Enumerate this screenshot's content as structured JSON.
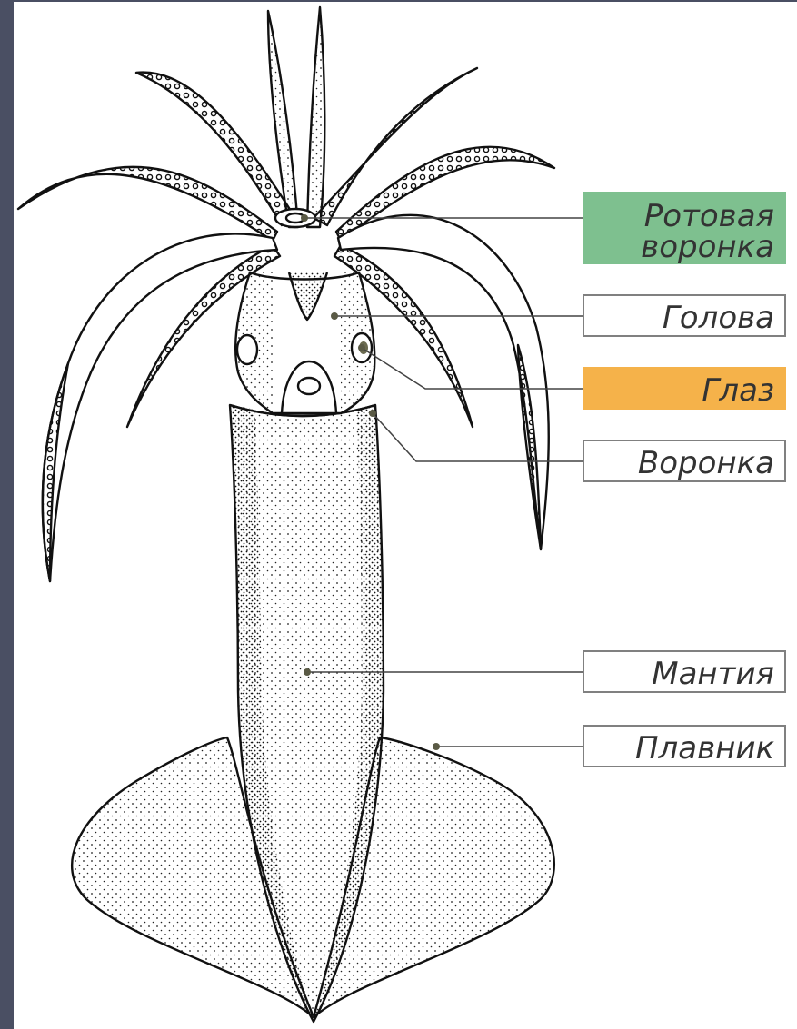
{
  "diagram": {
    "subject": "squid",
    "labels": [
      {
        "id": "mouth-funnel",
        "line1": "Ротовая",
        "line2": "воронка",
        "fill": "#7ec08f",
        "border": "#7ec08f"
      },
      {
        "id": "head",
        "line1": "Голова",
        "fill": "#ffffff",
        "border": "#808080"
      },
      {
        "id": "eye",
        "line1": "Глаз",
        "fill": "#f5b24a",
        "border": "#f5b24a"
      },
      {
        "id": "funnel",
        "line1": "Воронка",
        "fill": "#ffffff",
        "border": "#808080"
      },
      {
        "id": "mantle",
        "line1": "Мантия",
        "fill": "#ffffff",
        "border": "#808080"
      },
      {
        "id": "fin",
        "line1": "Плавник",
        "fill": "#ffffff",
        "border": "#808080"
      }
    ]
  },
  "colors": {
    "background": "#4a4f63",
    "panel": "#ffffff",
    "ink": "#111111",
    "leader": "#444444"
  }
}
